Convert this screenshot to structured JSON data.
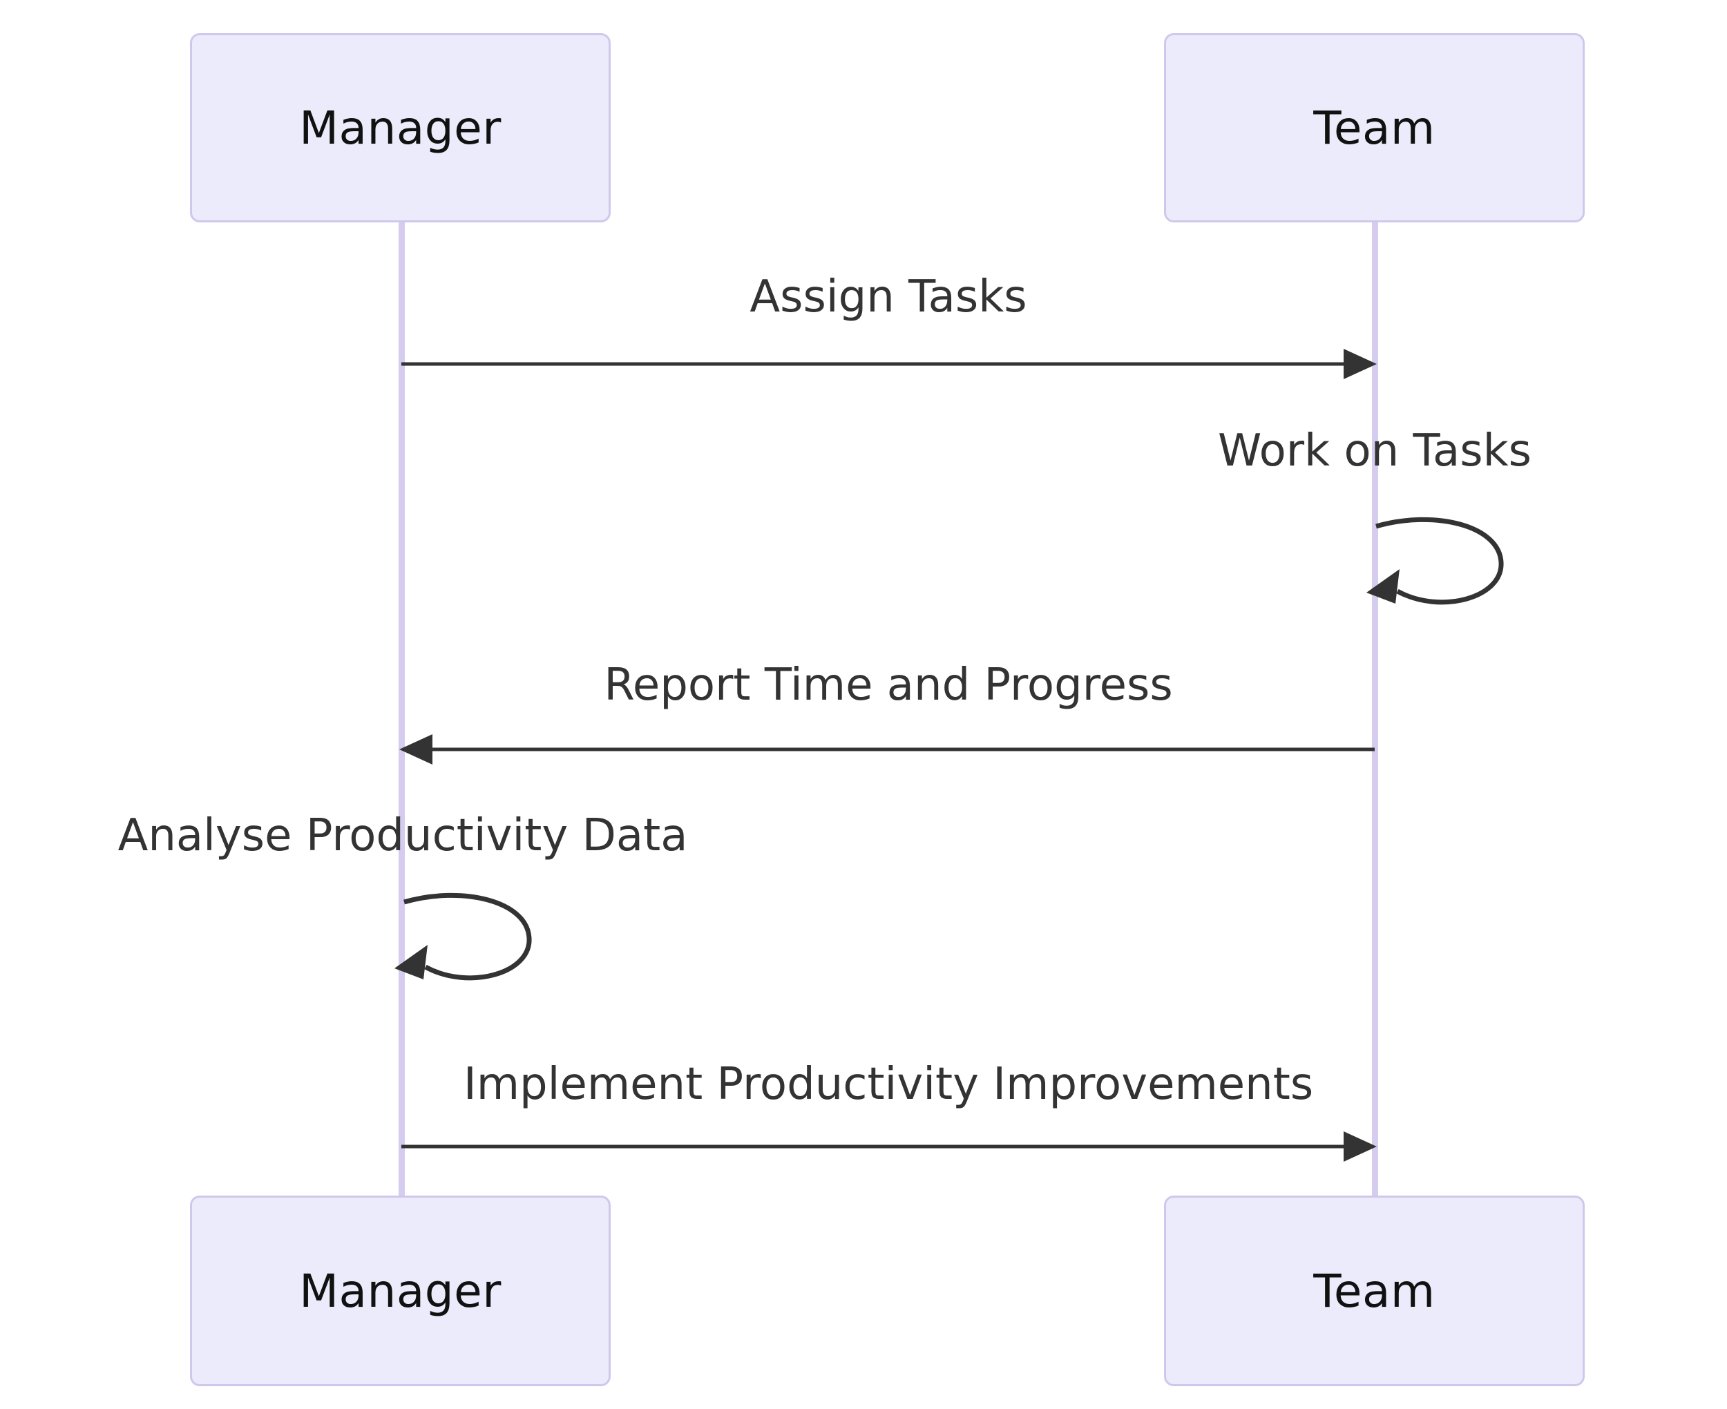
{
  "diagram": {
    "type": "sequence-diagram",
    "actors": [
      {
        "label": "Manager"
      },
      {
        "label": "Team"
      }
    ],
    "messages": [
      {
        "from": "Manager",
        "to": "Team",
        "label": "Assign Tasks",
        "kind": "solid-arrow"
      },
      {
        "from": "Team",
        "to": "Team",
        "label": "Work on Tasks",
        "kind": "self-loop"
      },
      {
        "from": "Team",
        "to": "Manager",
        "label": "Report Time and Progress",
        "kind": "solid-arrow"
      },
      {
        "from": "Manager",
        "to": "Manager",
        "label": "Analyse Productivity Data",
        "kind": "self-loop"
      },
      {
        "from": "Manager",
        "to": "Team",
        "label": "Implement Productivity Improvements",
        "kind": "solid-arrow"
      }
    ],
    "colors": {
      "background": "#FFFFFF",
      "actor_fill": "#ECEBFB",
      "actor_border": "#D0C8EC",
      "actor_text": "#111111",
      "lifeline": "#D5CCF0",
      "message_stroke": "#333333",
      "message_text": "#333333"
    }
  }
}
